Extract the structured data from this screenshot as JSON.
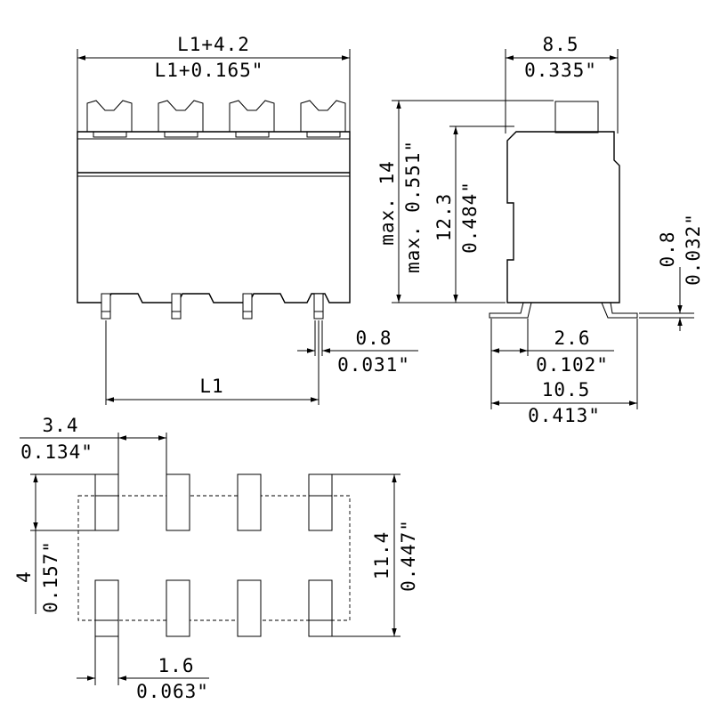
{
  "drawing": {
    "front_view": {
      "overall_width_mm": "L1+4.2",
      "overall_width_in": "L1+0.165\"",
      "pitch_label": "L1",
      "pin_mm": "0.8",
      "pin_in": "0.031\""
    },
    "side_view": {
      "depth_mm": "8.5",
      "depth_in": "0.335\"",
      "max_height_mm": "max. 14",
      "max_height_in": "max. 0.551\"",
      "height_mm": "12.3",
      "height_in": "0.484\"",
      "lead_thickness_mm": "0.8",
      "lead_thickness_in": "0.032\"",
      "lead_offset_mm": "2.6",
      "lead_offset_in": "0.102\"",
      "footprint_depth_mm": "10.5",
      "footprint_depth_in": "0.413\""
    },
    "pcb_layout": {
      "pad_pitch_mm": "3.4",
      "pad_pitch_in": "0.134\"",
      "row_offset_mm": "4",
      "row_offset_in": "0.157\"",
      "row_span_mm": "11.4",
      "row_span_in": "0.447\"",
      "pad_width_mm": "1.6",
      "pad_width_in": "0.063\""
    }
  }
}
